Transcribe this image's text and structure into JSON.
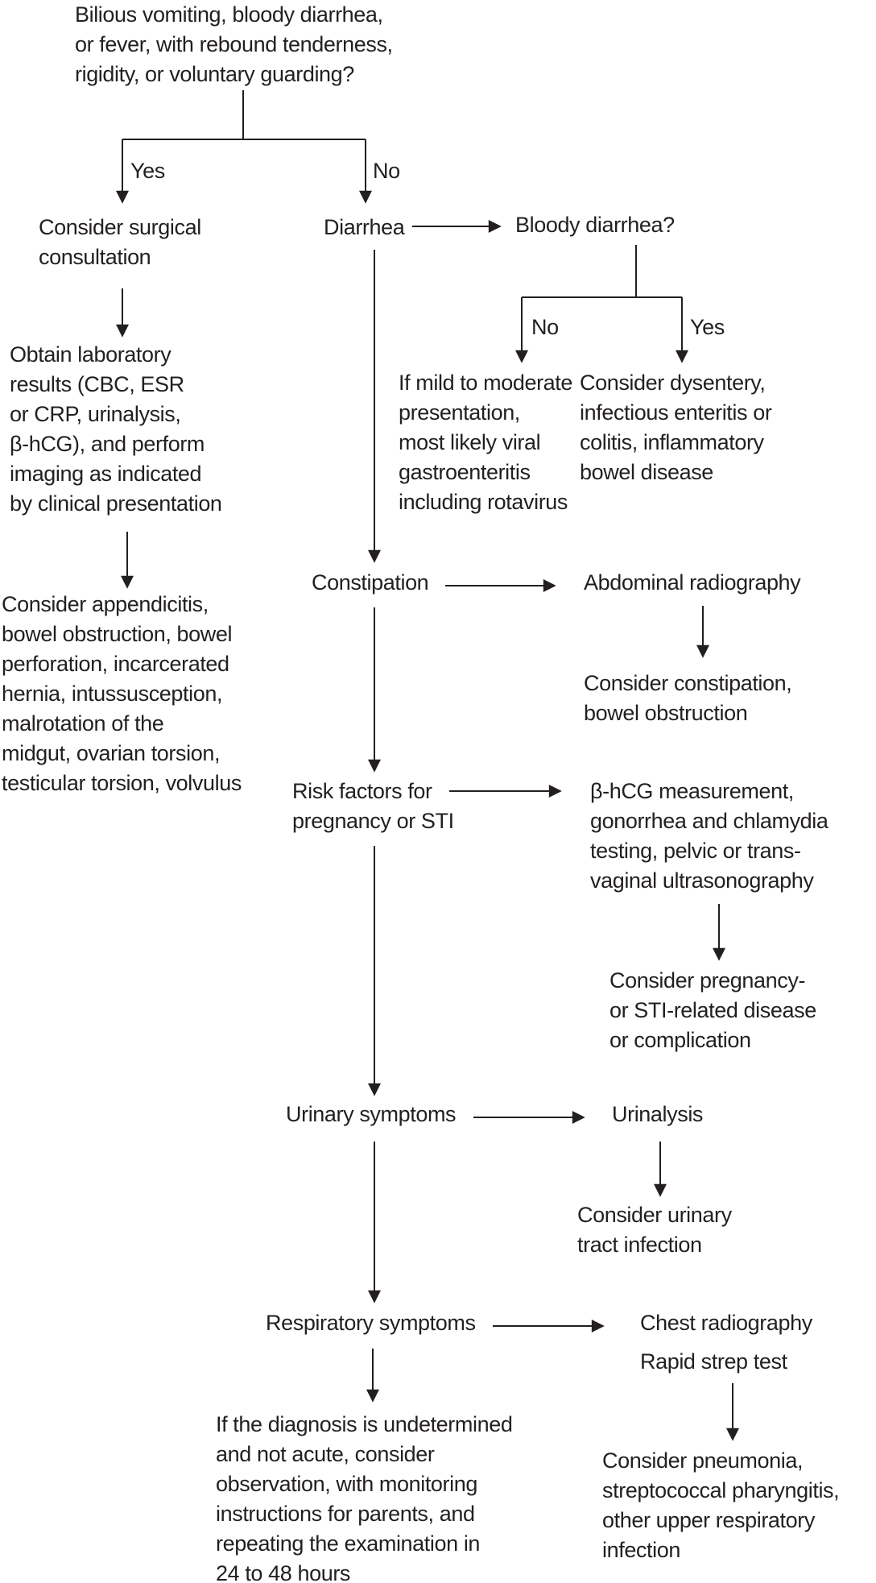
{
  "colors": {
    "text": "#231f20",
    "line": "#231f20",
    "background": "#ffffff"
  },
  "nodes": {
    "question": "Bilious vomiting, bloody diarrhea,\nor fever, with rebound tenderness,\nrigidity, or voluntary guarding?",
    "yes1": "Yes",
    "no1": "No",
    "consider_surgical": "Consider surgical\nconsultation",
    "diarrhea": "Diarrhea",
    "bloody_diarrhea": "Bloody diarrhea?",
    "no2": "No",
    "yes2": "Yes",
    "obtain_lab": "Obtain laboratory\nresults (CBC, ESR\nor CRP, urinalysis,\nβ-hCG), and perform\nimaging as indicated\nby clinical presentation",
    "consider_appendicitis": "Consider appendicitis,\nbowel obstruction, bowel\nperforation, incarcerated\nhernia, intussusception,\nmalrotation of the\nmidgut, ovarian torsion,\ntesticular torsion, volvulus",
    "mild_moderate": "If mild to moderate\npresentation,\nmost likely viral\ngastroenteritis\nincluding rotavirus",
    "consider_dysentery": "Consider dysentery,\ninfectious enteritis or\ncolitis, inflammatory\nbowel disease",
    "constipation": "Constipation",
    "abdominal_radiography": "Abdominal radiography",
    "consider_constipation": "Consider constipation,\nbowel obstruction",
    "risk_factors": "Risk factors for\npregnancy or STI",
    "bhcg": "β-hCG measurement,\ngonorrhea and chlamydia\ntesting, pelvic or trans-\nvaginal ultrasonography",
    "consider_pregnancy": "Consider pregnancy-\nor STI-related disease\nor complication",
    "urinary": "Urinary symptoms",
    "urinalysis": "Urinalysis",
    "consider_uti": "Consider urinary\ntract infection",
    "respiratory": "Respiratory symptoms",
    "chest_radiography": "Chest radiography",
    "rapid_strep": "Rapid strep test",
    "consider_pneumonia": "Consider pneumonia,\nstreptococcal pharyngitis,\nother upper respiratory\ninfection",
    "undetermined": "If the diagnosis is undetermined\nand not acute, consider\nobservation, with monitoring\ninstructions for parents, and\nrepeating the examination in\n24 to 48 hours"
  },
  "edges": [
    {
      "from": "question",
      "to": "consider_surgical",
      "label": "Yes"
    },
    {
      "from": "question",
      "to": "diarrhea",
      "label": "No"
    },
    {
      "from": "consider_surgical",
      "to": "obtain_lab",
      "label": ""
    },
    {
      "from": "obtain_lab",
      "to": "consider_appendicitis",
      "label": ""
    },
    {
      "from": "diarrhea",
      "to": "bloody_diarrhea",
      "label": ""
    },
    {
      "from": "bloody_diarrhea",
      "to": "mild_moderate",
      "label": "No"
    },
    {
      "from": "bloody_diarrhea",
      "to": "consider_dysentery",
      "label": "Yes"
    },
    {
      "from": "diarrhea",
      "to": "constipation",
      "label": ""
    },
    {
      "from": "constipation",
      "to": "abdominal_radiography",
      "label": ""
    },
    {
      "from": "abdominal_radiography",
      "to": "consider_constipation",
      "label": ""
    },
    {
      "from": "constipation",
      "to": "risk_factors",
      "label": ""
    },
    {
      "from": "risk_factors",
      "to": "bhcg",
      "label": ""
    },
    {
      "from": "bhcg",
      "to": "consider_pregnancy",
      "label": ""
    },
    {
      "from": "risk_factors",
      "to": "urinary",
      "label": ""
    },
    {
      "from": "urinary",
      "to": "urinalysis",
      "label": ""
    },
    {
      "from": "urinalysis",
      "to": "consider_uti",
      "label": ""
    },
    {
      "from": "urinary",
      "to": "respiratory",
      "label": ""
    },
    {
      "from": "respiratory",
      "to": "chest_radiography",
      "label": ""
    },
    {
      "from": "respiratory",
      "to": "rapid_strep",
      "label": ""
    },
    {
      "from": "rapid_strep",
      "to": "consider_pneumonia",
      "label": ""
    },
    {
      "from": "respiratory",
      "to": "undetermined",
      "label": ""
    }
  ]
}
